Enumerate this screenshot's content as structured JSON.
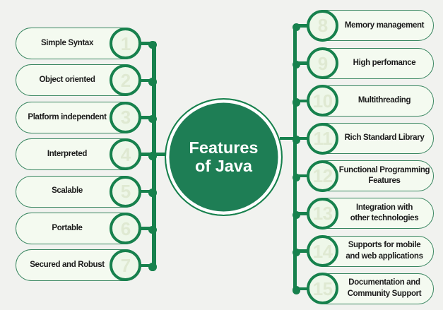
{
  "center": {
    "line1": "Features",
    "line2": "of Java"
  },
  "left_items": [
    {
      "num": "1",
      "label": "Simple Syntax"
    },
    {
      "num": "2",
      "label": "Object oriented"
    },
    {
      "num": "3",
      "label": "Platform independent"
    },
    {
      "num": "4",
      "label": "Interpreted"
    },
    {
      "num": "5",
      "label": "Scalable"
    },
    {
      "num": "6",
      "label": "Portable"
    },
    {
      "num": "7",
      "label": "Secured and Robust"
    }
  ],
  "right_items": [
    {
      "num": "8",
      "label": "Memory management"
    },
    {
      "num": "9",
      "label": "High perfomance"
    },
    {
      "num": "10",
      "label": "Multithreading"
    },
    {
      "num": "11",
      "label": "Rich Standard Library"
    },
    {
      "num": "12",
      "label": "Functional Programming\nFeatures"
    },
    {
      "num": "13",
      "label": "Integration with\nother technologies"
    },
    {
      "num": "14",
      "label": "Supports for mobile\nand web applications"
    },
    {
      "num": "15",
      "label": "Documentation and\nCommunity Support"
    }
  ],
  "colors": {
    "background": "#f1f2ef",
    "primary_green": "#17814d",
    "center_fill": "#1e7e55",
    "pill_fill": "#f4faf0",
    "pill_border": "#37855f",
    "circle_fill": "#eef7e9",
    "number": "#dfe9d2",
    "label_text": "#1b1b1b",
    "center_text": "#ffffff"
  }
}
